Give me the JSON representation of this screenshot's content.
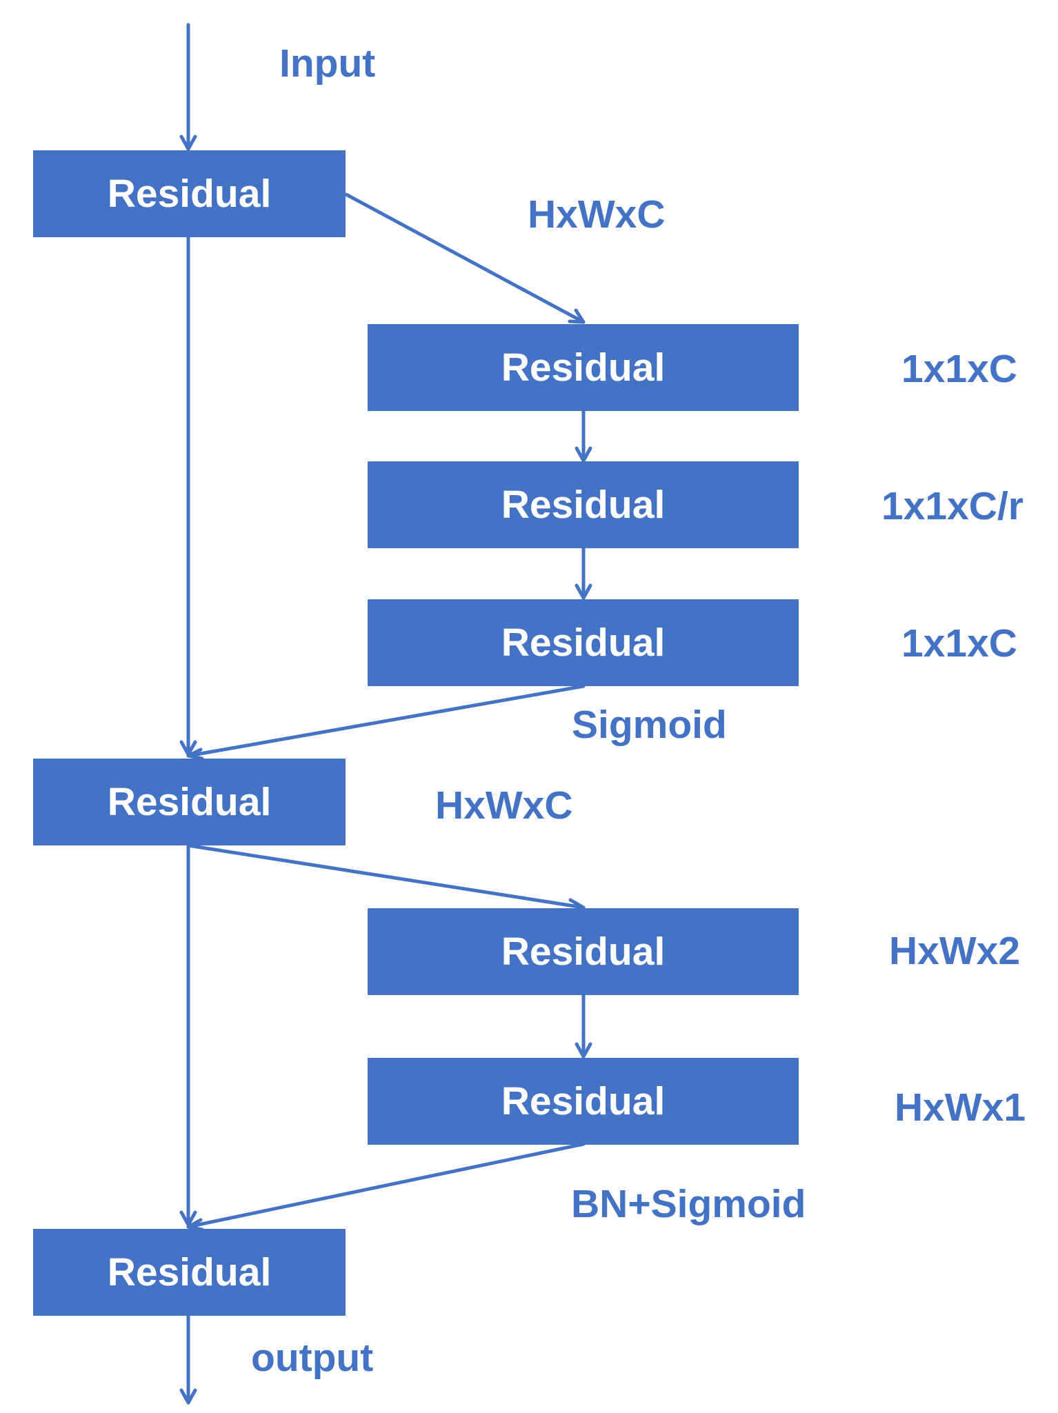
{
  "colors": {
    "accent": "#4472c4",
    "block_text": "#ffffff"
  },
  "labels": {
    "input": "Input",
    "output": "output",
    "hwc_top": "HxWxC",
    "c_1": "1x1xC",
    "c_r": "1x1xC/r",
    "c_2": "1x1xC",
    "sigmoid": "Sigmoid",
    "hwc_mid": "HxWxC",
    "hw2": "HxWx2",
    "hw1": "HxWx1",
    "bn_sigmoid": "BN+Sigmoid"
  },
  "blocks": {
    "main_1": "Residual",
    "channel_1": "Residual",
    "channel_2": "Residual",
    "channel_3": "Residual",
    "main_2": "Residual",
    "spatial_1": "Residual",
    "spatial_2": "Residual",
    "main_3": "Residual"
  }
}
